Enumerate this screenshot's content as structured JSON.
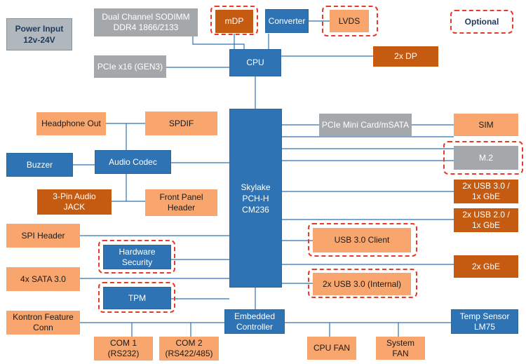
{
  "blocks": {
    "power_input": "Power Input\n12v-24V",
    "sodimm": "Dual Channel SODIMM\nDDR4 1866/2133",
    "mdp": "mDP",
    "converter": "Converter",
    "lvds": "LVDS",
    "optional": "Optional",
    "pcie_x16": "PCIe x16  (GEN3)",
    "cpu": "CPU",
    "dp2": "2x DP",
    "headphone": "Headphone Out",
    "spdif": "SPDIF",
    "pcie_mini": "PCIe Mini Card/mSATA",
    "sim": "SIM",
    "buzzer": "Buzzer",
    "audio_codec": "Audio Codec",
    "m2": "M.2",
    "pch": "Skylake\nPCH-H\nCM236",
    "audio_jack": "3-Pin Audio\nJACK",
    "front_panel": "Front Panel\nHeader",
    "usb30_gbe": "2x USB 3.0  /\n1x GbE",
    "spi": "SPI Header",
    "usb20_gbe": "2x USB 2.0  /\n1x GbE",
    "hw_security": "Hardware\nSecurity",
    "usb_client": "USB 3.0 Client",
    "gbe2": "2x GbE",
    "sata": "4x SATA 3.0",
    "usb_internal": "2x USB 3.0 (Internal)",
    "tpm": "TPM",
    "kontron": "Kontron Feature\nConn",
    "ec": "Embedded\nController",
    "temp": "Temp Sensor\nLM75",
    "com1": "COM 1\n(RS232)",
    "com2": "COM 2\n(RS422/485)",
    "cpu_fan": "CPU FAN",
    "sys_fan": "System\nFAN"
  },
  "colors": {
    "blue": "#2e74b5",
    "orange": "#f8a66e",
    "brown": "#c55a11",
    "grey": "#a5a8ab",
    "line": "#2e74b5",
    "optional_border": "#e83a2a"
  }
}
